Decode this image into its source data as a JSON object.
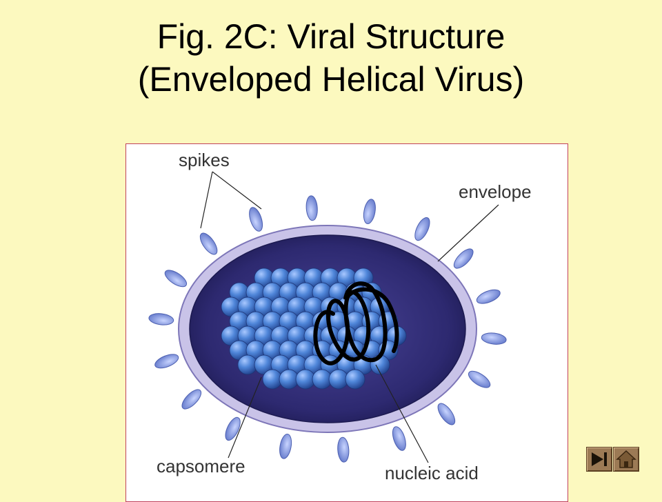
{
  "slide": {
    "title_line1": "Fig. 2C: Viral Structure",
    "title_line2": "(Enveloped Helical Virus)"
  },
  "diagram": {
    "labels": {
      "spikes": "spikes",
      "envelope": "envelope",
      "capsomere": "capsomere",
      "nucleic_acid": "nucleic acid"
    }
  },
  "colors": {
    "background": "#fcf9bf",
    "envelope": "#c9c3e8",
    "interior": "#3a3580",
    "capsomere": "#4f86d9",
    "spike": "#8aa0e0",
    "nav_button": "#9c7a55"
  },
  "nav": {
    "icons": [
      "next-slide-icon",
      "home-icon"
    ]
  }
}
